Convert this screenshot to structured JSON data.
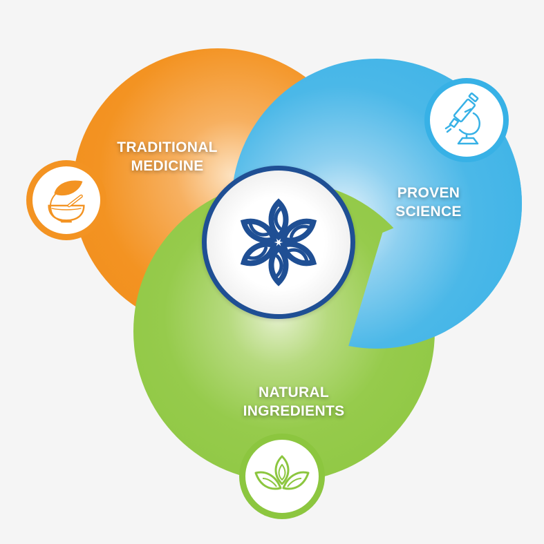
{
  "diagram": {
    "type": "overlapping-circles",
    "background": "#f5f5f5",
    "circles": [
      {
        "id": "traditional-medicine",
        "label_line1": "TRADITIONAL",
        "label_line2": "MEDICINE",
        "color": "#f39322",
        "icon": "mortar-pestle-leaf-icon"
      },
      {
        "id": "proven-science",
        "label_line1": "PROVEN",
        "label_line2": "SCIENCE",
        "color": "#37b1e6",
        "icon": "microscope-icon"
      },
      {
        "id": "natural-ingredients",
        "label_line1": "NATURAL",
        "label_line2": "INGREDIENTS",
        "color": "#8cc63f",
        "icon": "lotus-icon"
      }
    ],
    "center": {
      "icon": "six-petal-flower-logo-icon",
      "color": "#1f4f94",
      "border": "#1f4f94"
    }
  }
}
